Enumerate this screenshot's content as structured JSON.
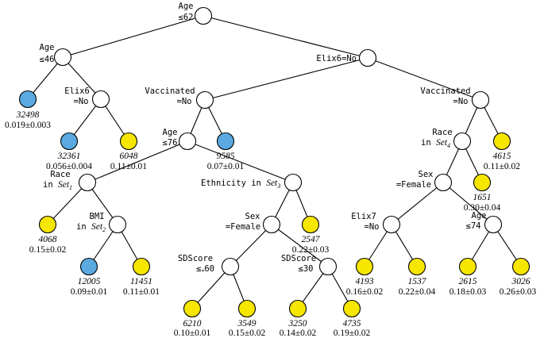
{
  "colors": {
    "blue_leaf": "#5aa9e0",
    "yellow_leaf": "#f6e600",
    "internal": "#ffffff",
    "stroke": "#000000"
  },
  "nodes": {
    "root": {
      "line1": "Age",
      "line2": "≤62"
    },
    "age46": {
      "line1": "Age",
      "line2": "≤46"
    },
    "elix6_no": {
      "line1": "Elix6=No"
    },
    "elix6_b": {
      "line1": "Elix6",
      "line2": "=No"
    },
    "vacc_l": {
      "line1": "Vaccinated",
      "line2": "=No"
    },
    "vacc_r": {
      "line1": "Vaccinated",
      "line2": "=No"
    },
    "age76": {
      "line1": "Age",
      "line2": "≤76"
    },
    "race1": {
      "line1": "Race",
      "line2_pre": "in ",
      "set": "Set",
      "sub": "1"
    },
    "bmi": {
      "line1": "BMI",
      "line2_pre": "in ",
      "set": "Set",
      "sub": "2"
    },
    "eth": {
      "pre": "Ethnicity in ",
      "set": "Set",
      "sub": "3"
    },
    "sex_l": {
      "line1": "Sex",
      "line2": "=Female"
    },
    "sds60": {
      "line1": "SDScore",
      "line2_pre": "≤",
      "sub": "*",
      "line2_post": "60"
    },
    "sds30": {
      "line1": "SDScore",
      "line2": "≤30"
    },
    "race4": {
      "line1": "Race",
      "line2_pre": "in ",
      "set": "Set",
      "sub": "4"
    },
    "sex_r": {
      "line1": "Sex",
      "line2": "=Female"
    },
    "elix7": {
      "line1": "Elix7",
      "line2": "=No"
    },
    "age74": {
      "line1": "Age",
      "line2": "≤74"
    }
  },
  "leaves": {
    "l32498": {
      "count": "32498",
      "value": "0.019±0.003"
    },
    "l32361": {
      "count": "32361",
      "value": "0.056±0.004"
    },
    "l6048": {
      "count": "6048",
      "value": "0.11±0.01"
    },
    "l9585": {
      "count": "9585",
      "value": "0.07±0.01"
    },
    "l4615": {
      "count": "4615",
      "value": "0.11±0.02"
    },
    "l1651": {
      "count": "1651",
      "value": "0.30±0.04"
    },
    "l4068": {
      "count": "4068",
      "value": "0.15±0.02"
    },
    "l2547": {
      "count": "2547",
      "value": "0.22±0.03"
    },
    "l12005": {
      "count": "12005",
      "value": "0.09±0.01"
    },
    "l11451": {
      "count": "11451",
      "value": "0.11±0.01"
    },
    "l4193": {
      "count": "4193",
      "value": "0.16±0.02"
    },
    "l1537": {
      "count": "1537",
      "value": "0.22±0.04"
    },
    "l2615": {
      "count": "2615",
      "value": "0.18±0.03"
    },
    "l3026": {
      "count": "3026",
      "value": "0.26±0.03"
    },
    "l6210": {
      "count": "6210",
      "value": "0.10±0.01"
    },
    "l3549": {
      "count": "3549",
      "value": "0.15±0.02"
    },
    "l3250": {
      "count": "3250",
      "value": "0.14±0.02"
    },
    "l4735": {
      "count": "4735",
      "value": "0.19±0.02"
    }
  }
}
